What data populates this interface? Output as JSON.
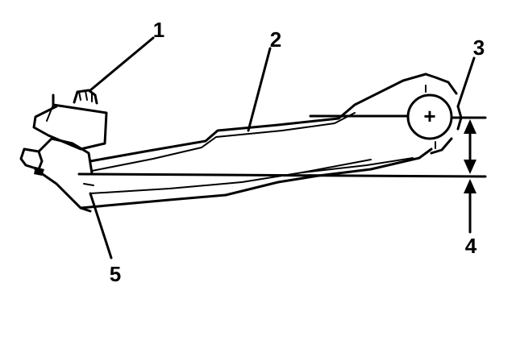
{
  "callouts": {
    "c1": "1",
    "c2": "2",
    "c3": "3",
    "c4": "4",
    "c5": "5"
  },
  "pivot_symbol": "+",
  "colors": {
    "line": "#000000",
    "background": "#ffffff"
  }
}
